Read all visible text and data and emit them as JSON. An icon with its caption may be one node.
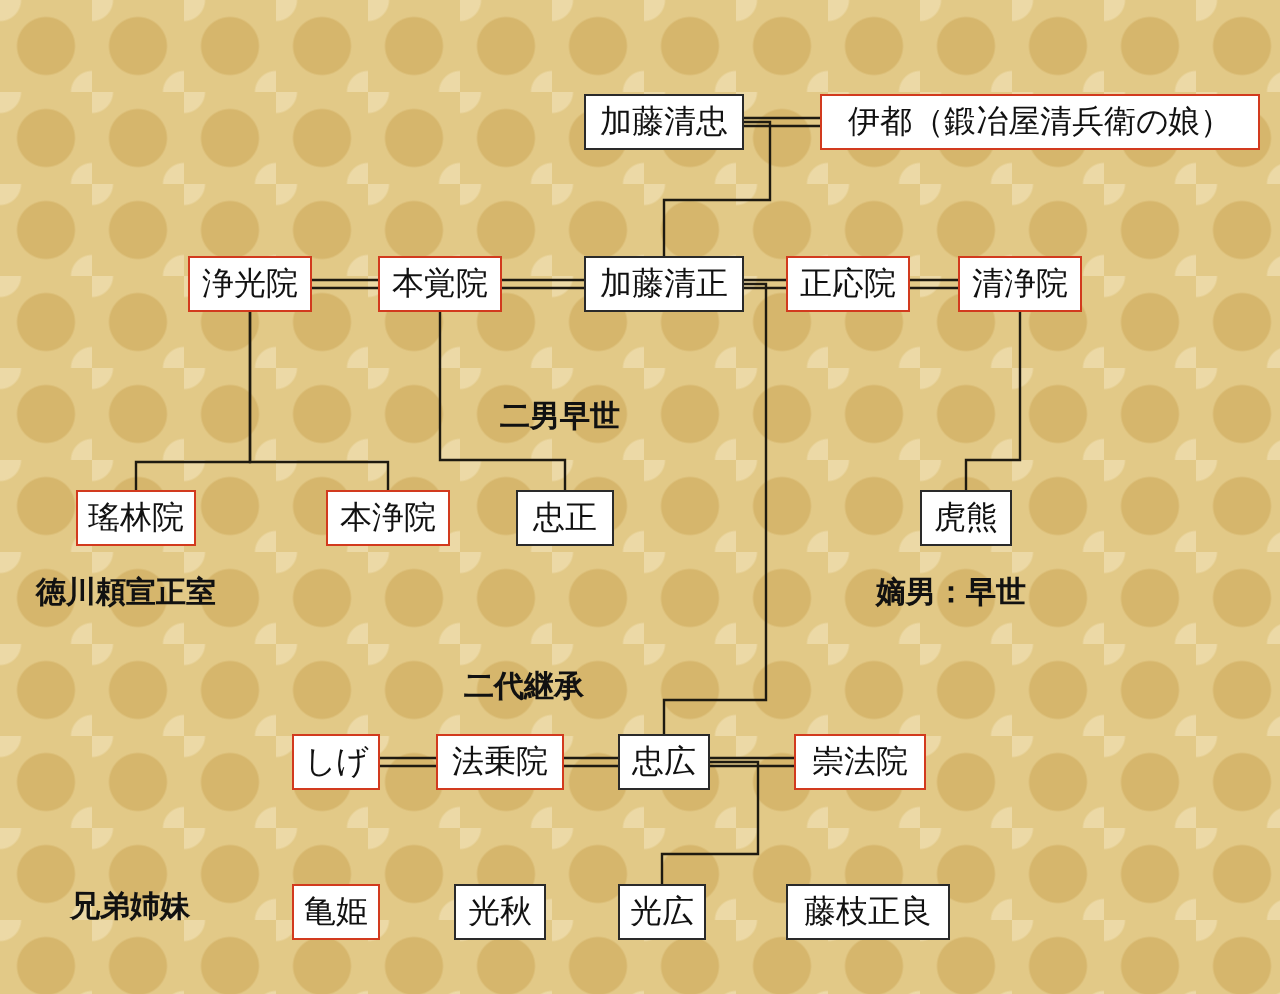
{
  "diagram": {
    "nodes": [
      {
        "text": [
          "加藤清忠"
        ]
      },
      {
        "text": [
          "伊都（鍛冶屋清兵衛の娘）"
        ]
      },
      {
        "text": [
          "浄光院"
        ]
      },
      {
        "text": [
          "本覚院"
        ]
      },
      {
        "text": [
          "加藤清正"
        ]
      },
      {
        "text": [
          "正応院"
        ]
      },
      {
        "text": [
          "清浄院"
        ]
      },
      {
        "text": [
          "瑤林院"
        ],
        "beside": [
          "徳川頼宣正室"
        ]
      },
      {
        "text": [
          "本浄院"
        ]
      },
      {
        "text": [
          "忠正"
        ],
        "beside": [
          "二男早世"
        ]
      },
      {
        "text": [
          "虎熊"
        ],
        "beside": [
          "嫡男：早世"
        ]
      },
      {
        "text": [
          "しげ"
        ]
      },
      {
        "text": [
          "法乗院"
        ]
      },
      {
        "text": [
          "忠広"
        ],
        "beside": [
          "二代継承"
        ]
      },
      {
        "text": [
          "崇法院"
        ]
      },
      {
        "text": [
          "亀姫"
        ]
      },
      {
        "text": [
          "光秋"
        ]
      },
      {
        "text": [
          "光広"
        ]
      },
      {
        "text": [
          "藤枝正良"
        ]
      }
    ],
    "edges": [
      {
        "from": 0,
        "to": 1,
        "arrow": "none"
      },
      {
        "from": 2,
        "to": 3,
        "arrow": "none"
      },
      {
        "from": 3,
        "to": 4,
        "arrow": "none"
      },
      {
        "from": 4,
        "to": 5,
        "arrow": "none"
      },
      {
        "from": 5,
        "to": 6,
        "arrow": "none"
      },
      {
        "from": 11,
        "to": 12,
        "arrow": "none"
      },
      {
        "from": 12,
        "to": 13,
        "arrow": "none"
      },
      {
        "from": 13,
        "to": 14,
        "arrow": "none"
      },
      {
        "from": 0,
        "to": 4,
        "arrow": "none"
      },
      {
        "from": 2,
        "to": 7,
        "arrow": "none"
      },
      {
        "from": 2,
        "to": 8,
        "arrow": "none"
      },
      {
        "from": 3,
        "to": 9,
        "arrow": "none"
      },
      {
        "from": 4,
        "to": 13,
        "arrow": "none"
      },
      {
        "from": 6,
        "to": 10,
        "arrow": "none"
      },
      {
        "from": 13,
        "to": 17,
        "arrow": "none"
      }
    ],
    "labels": [
      "兄弟姉妹"
    ]
  }
}
